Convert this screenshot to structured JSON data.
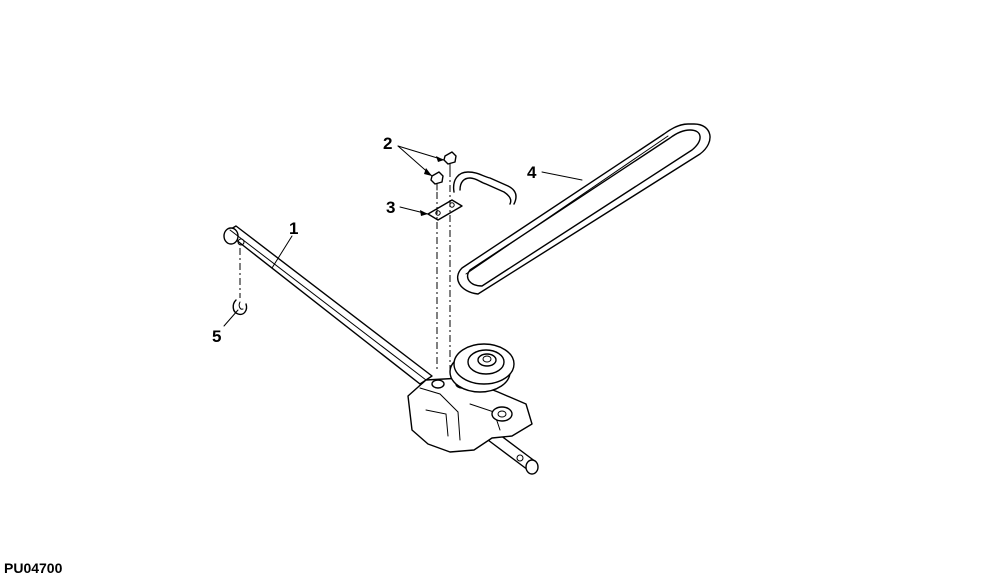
{
  "figure_id": "PU04700",
  "callouts": {
    "shaft": "1",
    "screws": "2",
    "bracket": "3",
    "belt": "4",
    "clip": "5"
  },
  "colors": {
    "ink": "#000000",
    "background": "#ffffff"
  }
}
